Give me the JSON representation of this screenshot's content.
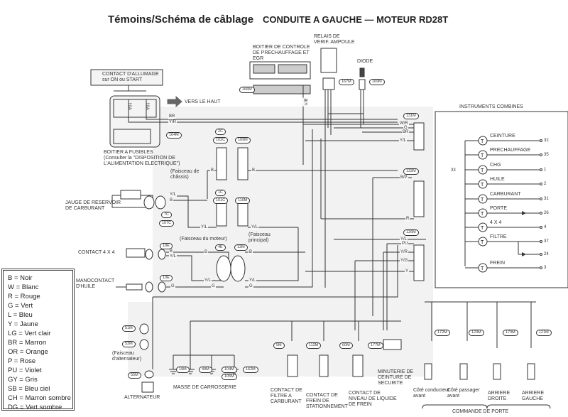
{
  "header": {
    "title": "Témoins/Schéma de câblage",
    "subtitle": "CONDUITE A GAUCHE — MOTEUR RD28T"
  },
  "components": {
    "ignition_switch": "CONTACT D'ALLUMAGE",
    "ignition_switch_sub": "sur ON ou START",
    "fuse_a": "10A",
    "fuse_b": "10A",
    "vers_le_haut": "VERS LE HAUT",
    "fuse_box": "BOITIER A FUSIBLES",
    "fuse_box_note1": "(Consulter la \"DISPOSITION DE",
    "fuse_box_note2": "L'ALIMENTATION ELECTRIQUE\")",
    "glow_ctrl1": "BOITIER DE CONTROLE",
    "glow_ctrl2": "DE PRECHAUFFAGE ET",
    "glow_ctrl3": "EGR",
    "relay1": "RELAIS DE",
    "relay2": "VERIF. AMPOULE",
    "diode": "DIODE",
    "fuel_gauge1": "JAUGE DE RESERVOIR",
    "fuel_gauge2": "DE CARBURANT",
    "contact_4x4": "CONTACT 4 X 4",
    "oil1": "MANOCONTACT",
    "oil2": "D'HUILE",
    "chassis_harness1": "(Faisceau de",
    "chassis_harness2": "châssis)",
    "engine_harness": "(Faisceau du moteur)",
    "main_harness1": "(Faisceau",
    "main_harness2": "principal)",
    "alt_harness1": "(Faisceau",
    "alt_harness2": "d'alternateur)",
    "alternator": "ALTERNATEUR",
    "body_ground": "MASSE DE CARROSSERIE",
    "fuel_filter1": "CONTACT DE",
    "fuel_filter2": "FILTRE A",
    "fuel_filter3": "CARBURANT",
    "park_brake1": "CONTACT DE",
    "park_brake2": "FREIN DE",
    "park_brake3": "STATIONNEMENT",
    "brake_fluid1": "CONTACT DE",
    "brake_fluid2": "NIVEAU DE LIQUIDE",
    "brake_fluid3": "DE FREIN",
    "belt_timer1": "MINUTERIE DE",
    "belt_timer2": "CEINTURE DE",
    "belt_timer3": "SECURITE",
    "door_fl1": "Côté conducteur",
    "door_fl2": "avant",
    "door_fr1": "Côté passager",
    "door_fr2": "avant",
    "door_rr1": "ARRIERE",
    "door_rr2": "DROITE",
    "door_rl1": "ARRIERE",
    "door_rl2": "GAUCHE",
    "door_switch": "COMMANDE DE PORTE",
    "cluster": "INSTRUMENTS COMBINES"
  },
  "connectors": {
    "c164m": "164M",
    "c166m": "166M",
    "c167m": "167M",
    "c169m": "169M",
    "c2c": "2C",
    "c102c": "102C",
    "c109m": "109M",
    "c1c": "1C",
    "c101c": "101C",
    "c110m": "110M",
    "c7c": "7C",
    "c107c": "107C",
    "c18e": "18E",
    "c4e": "4E",
    "c13m": "13M",
    "c10e": "10E",
    "c131m": "131M",
    "c132m": "132M",
    "c126m": "126M",
    "c51m": "51M",
    "c53m": "53M",
    "c55m": "55M",
    "g19m": "19M",
    "g49m": "49M",
    "g104m": "104M",
    "g105m": "105M",
    "g162m": "162M",
    "c5m": "5M",
    "c112m": "112M",
    "c60m": "60M",
    "c177m": "177M",
    "c172m": "172M",
    "c123m": "123M",
    "c170m": "170M",
    "c121m": "121M"
  },
  "wires": {
    "br": "BR",
    "yr": "Y/R",
    "wr": "W/R",
    "g": "G",
    "yl": "Y/L",
    "bp": "B/P",
    "r": "R",
    "pu": "PU",
    "yg": "Y/G",
    "y": "Y",
    "b": "B"
  },
  "cluster_lamps": [
    {
      "label": "CEINTURE",
      "pin": "32"
    },
    {
      "label": "PRECHAUFFAGE",
      "pin": "35"
    },
    {
      "label": "CHG",
      "pin": "1"
    },
    {
      "label": "HUILE",
      "pin": "2"
    },
    {
      "label": "CARBURANT",
      "pin": "31"
    },
    {
      "label": "PORTE",
      "pin": "26"
    },
    {
      "label": "4 X 4",
      "pin": "4"
    },
    {
      "label": "FILTRE",
      "pin": "37"
    },
    {
      "label": "",
      "pin": "24"
    },
    {
      "label": "FREIN",
      "pin": "3"
    }
  ],
  "cluster_common_pin": "33",
  "legend": [
    "B = Noir",
    "W = Blanc",
    "R = Rouge",
    "G = Vert",
    "L = Bleu",
    "Y = Jaune",
    "LG = Vert clair",
    "BR = Marron",
    "OR = Orange",
    "P = Rose",
    "PU = Violet",
    "GY = Gris",
    "SB = Bleu ciel",
    "CH = Marron sombre",
    "DG = Vert sombre"
  ]
}
